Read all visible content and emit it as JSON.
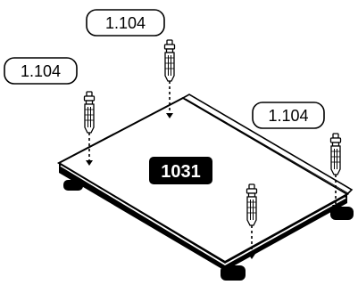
{
  "panel_label": "1031",
  "callouts": [
    {
      "text": "1.104"
    },
    {
      "text": "1.104"
    },
    {
      "text": "1.104"
    }
  ]
}
